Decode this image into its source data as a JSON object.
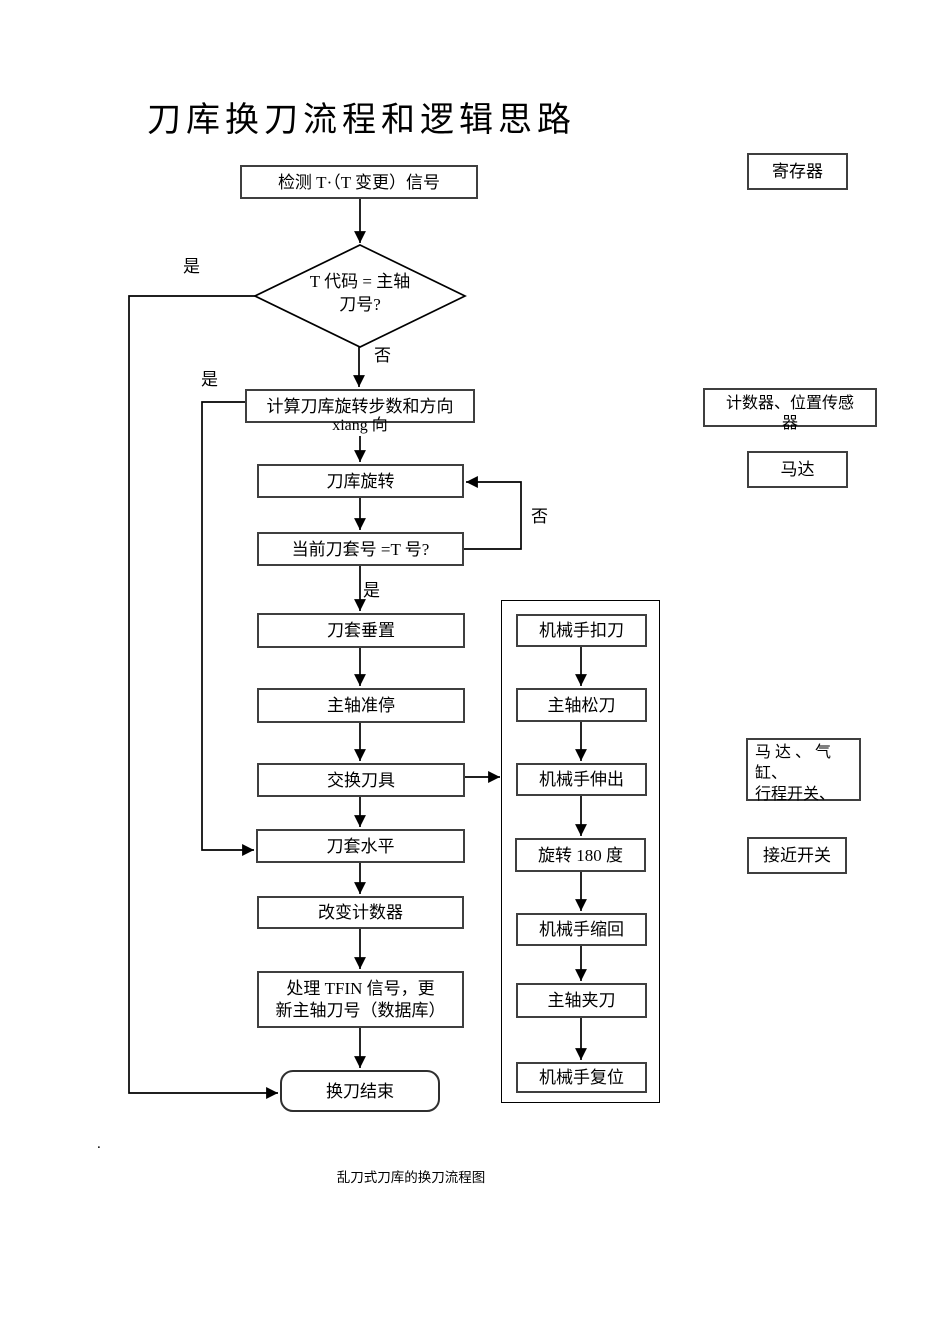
{
  "page": {
    "title": "刀库换刀流程和逻辑思路",
    "caption": "乱刀式刀库的换刀流程图",
    "stray_mark": "."
  },
  "flow": {
    "detect_signal": "检测 T·（T 变更）信号",
    "decision_line1": "T 代码 = 主轴",
    "decision_line2": "刀号?",
    "calc_steps": "计算刀库旋转步数和方向",
    "calc_steps_line2": "xiang 向",
    "magazine_rotate": "刀库旋转",
    "check_pocket": "当前刀套号 =T 号?",
    "pocket_vertical": "刀套垂置",
    "spindle_orient": "主轴准停",
    "exchange_tool": "交换刀具",
    "pocket_horizontal": "刀套水平",
    "change_counter": "改变计数器",
    "tfin_line1": "处理 TFIN 信号，更",
    "tfin_line2": "新主轴刀号（数据库）",
    "end": "换刀结束"
  },
  "branch_labels": {
    "yes_decision": "是",
    "no_decision": "否",
    "yes_calc": "是",
    "no_loop": "否",
    "yes_check": "是"
  },
  "arm": {
    "steps": [
      "机械手扣刀",
      "主轴松刀",
      "机械手伸出",
      "旋转 180 度",
      "机械手缩回",
      "主轴夹刀",
      "机械手复位"
    ]
  },
  "annotations": {
    "register": "寄存器",
    "counter_line1": "计数器、位置传感",
    "counter_line2": "器",
    "motor": "马达",
    "motor_cyl_line1": "马 达 、 气",
    "motor_cyl_line2": "缸、",
    "motor_cyl_line3": "行程开关、",
    "proximity": "接近开关"
  }
}
